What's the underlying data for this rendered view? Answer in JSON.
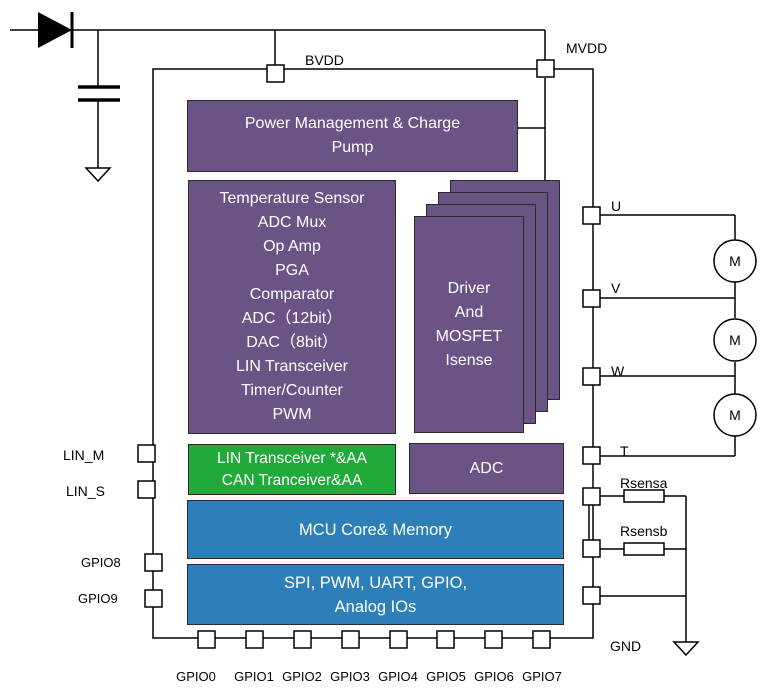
{
  "pins": {
    "bvdd": "BVDD",
    "mvdd": "MVDD",
    "u": "U",
    "v": "V",
    "w": "W",
    "t": "T",
    "lin_m": "LIN_M",
    "lin_s": "LIN_S",
    "gpio8": "GPIO8",
    "gpio9": "GPIO9",
    "gnd": "GND",
    "bottom_gpio": [
      "GPIO0",
      "GPIO1",
      "GPIO2",
      "GPIO3",
      "GPIO4",
      "GPIO5",
      "GPIO6",
      "GPIO7"
    ]
  },
  "resistors": {
    "rsensa": "Rsensa",
    "rsensb": "Rsensb"
  },
  "motors": {
    "label": "M"
  },
  "blocks": {
    "power": [
      "Power Management & Charge",
      "Pump"
    ],
    "analog": [
      "Temperature Sensor",
      "ADC Mux",
      "Op Amp",
      "PGA",
      "Comparator",
      "ADC（12bit）",
      "DAC（8bit）",
      "LIN Transceiver",
      "Timer/Counter",
      "PWM"
    ],
    "driver": [
      "Driver",
      "And",
      "MOSFET",
      "Isense"
    ],
    "transceiver": [
      "LIN Transceiver *&AA",
      "CAN Tranceiver&AA"
    ],
    "adc": "ADC",
    "mcu": "MCU Core& Memory",
    "io": [
      "SPI, PWM, UART, GPIO,",
      "Analog IOs"
    ]
  },
  "colors": {
    "purple": "#6b5386",
    "green": "#1faa3a",
    "blue": "#2c7fb8"
  }
}
